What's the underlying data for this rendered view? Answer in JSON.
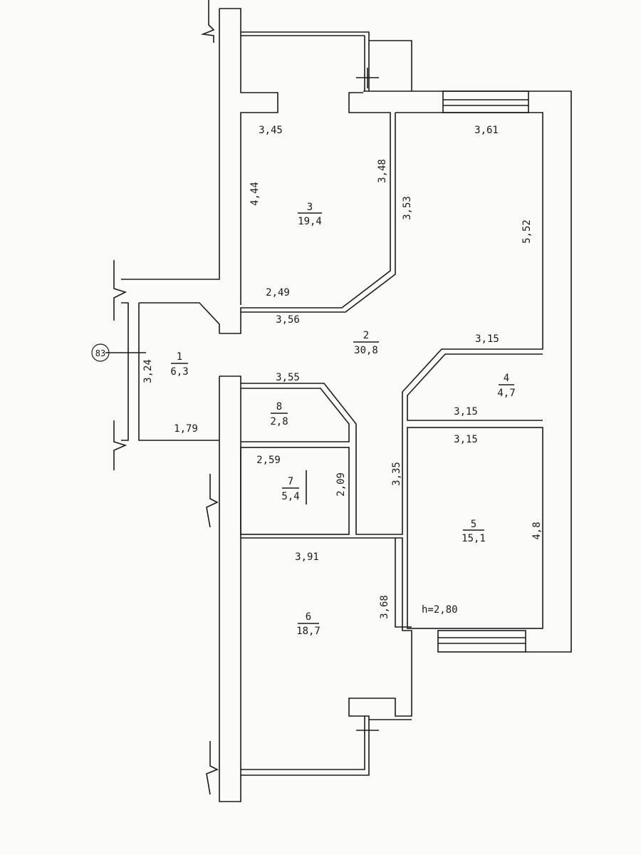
{
  "plan": {
    "axis_marker": "83",
    "ceiling_height": "h=2,80",
    "rooms": [
      {
        "number": "1",
        "area": "6,3"
      },
      {
        "number": "2",
        "area": "30,8"
      },
      {
        "number": "3",
        "area": "19,4"
      },
      {
        "number": "4",
        "area": "4,7"
      },
      {
        "number": "5",
        "area": "15,1"
      },
      {
        "number": "6",
        "area": "18,7"
      },
      {
        "number": "7",
        "area": "5,4"
      },
      {
        "number": "8",
        "area": "2,8"
      }
    ],
    "dimensions": {
      "r3_top": "3,45",
      "r3_left": "4,44",
      "r3_right": "3,48",
      "r3_bottom": "2,49",
      "r2_top": "3,61",
      "r2_left": "3,53",
      "r2_right": "5,52",
      "corridor_top": "3,56",
      "r4_top": "3,15",
      "r4_bottom": "3,15",
      "r5_top": "3,15",
      "r5_right": "4,8",
      "r1_left": "3,24",
      "r1_bottom": "1,79",
      "r8_top": "3,55",
      "r7_top": "2,59",
      "r7_right": "2,09",
      "corridor_right": "3,35",
      "r6_top": "3,91",
      "r6_right": "3,68"
    }
  }
}
